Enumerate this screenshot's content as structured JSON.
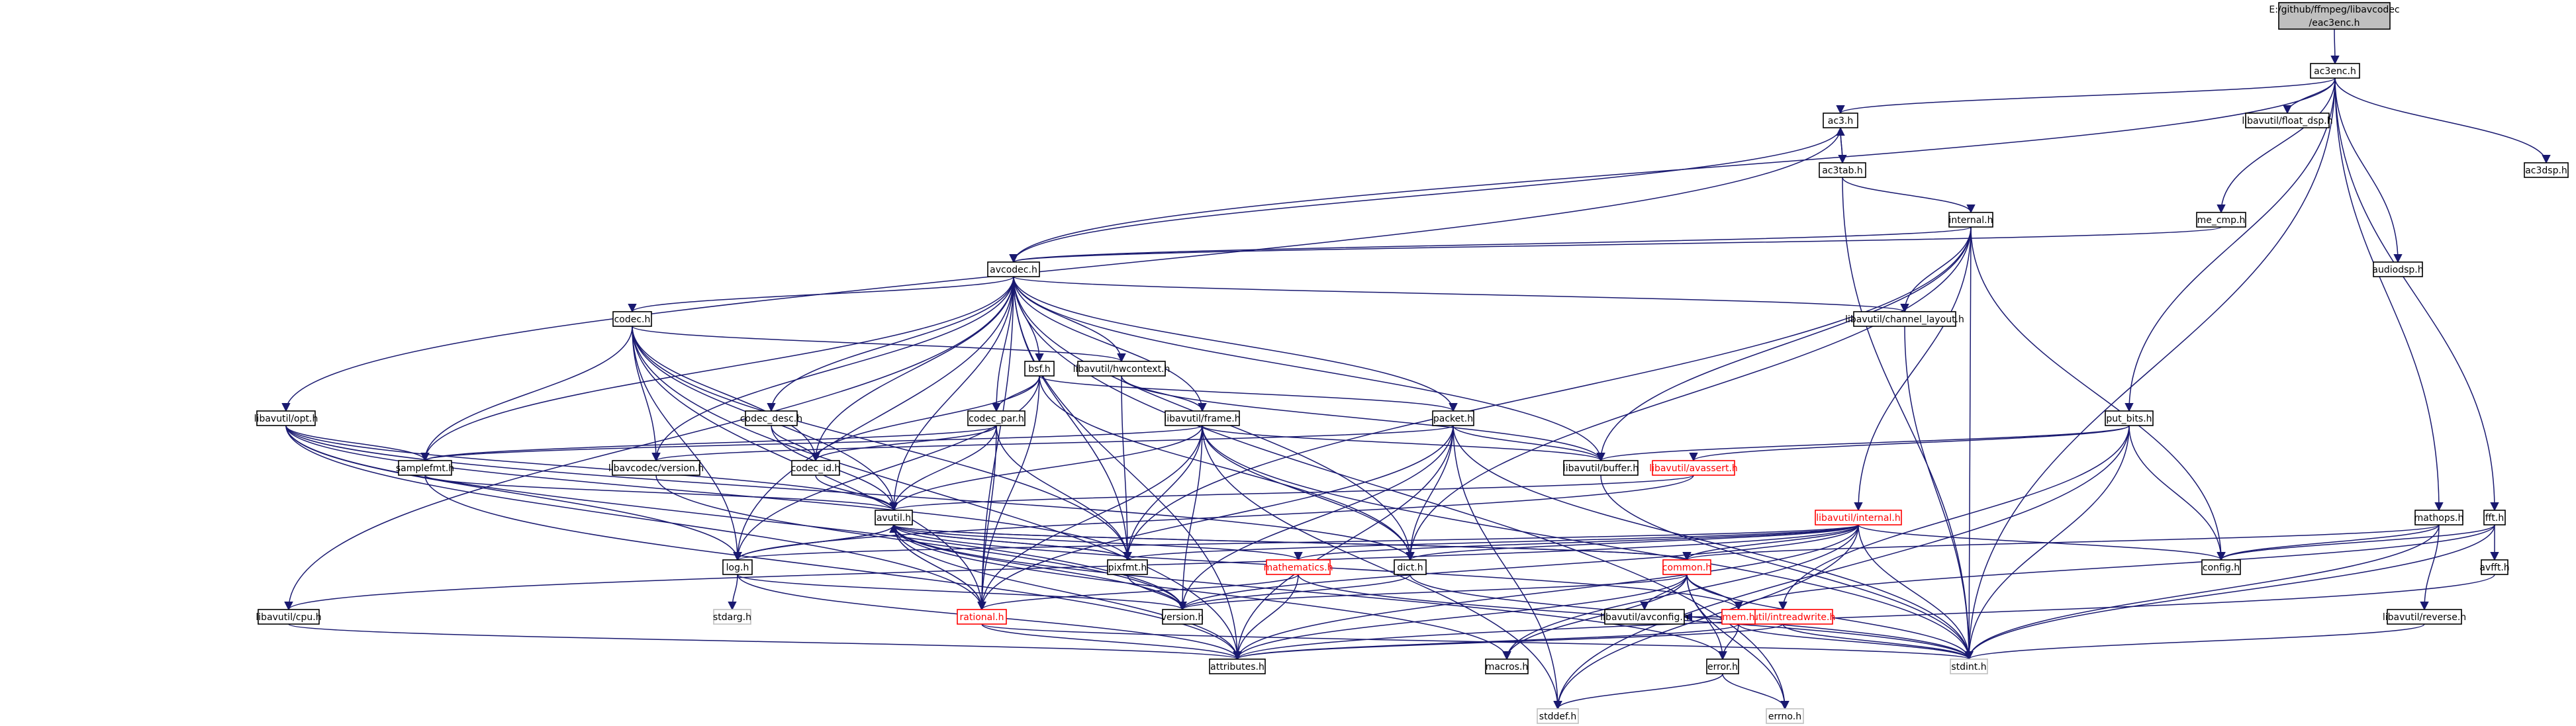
{
  "graph": {
    "nodes": [
      {
        "id": "root",
        "lines": [
          "E:/github/ffmpeg/libavcodec",
          "/eac3enc.h"
        ],
        "style": "root"
      },
      {
        "id": "ac3enc",
        "lines": [
          "ac3enc.h"
        ]
      },
      {
        "id": "ac3",
        "lines": [
          "ac3.h"
        ]
      },
      {
        "id": "float_dsp",
        "lines": [
          "libavutil/float_dsp.h"
        ]
      },
      {
        "id": "ac3dsp",
        "lines": [
          "ac3dsp.h"
        ]
      },
      {
        "id": "ac3tab",
        "lines": [
          "ac3tab.h"
        ]
      },
      {
        "id": "internal",
        "lines": [
          "internal.h"
        ]
      },
      {
        "id": "me_cmp",
        "lines": [
          "me_cmp.h"
        ]
      },
      {
        "id": "avcodec",
        "lines": [
          "avcodec.h"
        ]
      },
      {
        "id": "audiodsp",
        "lines": [
          "audiodsp.h"
        ]
      },
      {
        "id": "codec",
        "lines": [
          "codec.h"
        ]
      },
      {
        "id": "channel_layout",
        "lines": [
          "libavutil/channel_layout.h"
        ]
      },
      {
        "id": "bsf",
        "lines": [
          "bsf.h"
        ]
      },
      {
        "id": "hwcontext",
        "lines": [
          "libavutil/hwcontext.h"
        ]
      },
      {
        "id": "codec_desc",
        "lines": [
          "codec_desc.h"
        ]
      },
      {
        "id": "codec_par",
        "lines": [
          "codec_par.h"
        ]
      },
      {
        "id": "frame",
        "lines": [
          "libavutil/frame.h"
        ]
      },
      {
        "id": "packet",
        "lines": [
          "packet.h"
        ]
      },
      {
        "id": "put_bits",
        "lines": [
          "put_bits.h"
        ]
      },
      {
        "id": "opt",
        "lines": [
          "libavutil/opt.h"
        ]
      },
      {
        "id": "samplefmt",
        "lines": [
          "samplefmt.h"
        ]
      },
      {
        "id": "version_codec",
        "lines": [
          "libavcodec/version.h"
        ]
      },
      {
        "id": "codec_id",
        "lines": [
          "codec_id.h"
        ]
      },
      {
        "id": "buffer",
        "lines": [
          "libavutil/buffer.h"
        ]
      },
      {
        "id": "avassert",
        "lines": [
          "libavutil/avassert.h"
        ],
        "style": "red"
      },
      {
        "id": "avutil_internal",
        "lines": [
          "libavutil/internal.h"
        ],
        "style": "red"
      },
      {
        "id": "mathops",
        "lines": [
          "mathops.h"
        ]
      },
      {
        "id": "fft",
        "lines": [
          "fft.h"
        ]
      },
      {
        "id": "avutil",
        "lines": [
          "avutil.h"
        ]
      },
      {
        "id": "log",
        "lines": [
          "log.h"
        ]
      },
      {
        "id": "pixfmt",
        "lines": [
          "pixfmt.h"
        ]
      },
      {
        "id": "mathematics",
        "lines": [
          "mathematics.h"
        ],
        "style": "red"
      },
      {
        "id": "dict",
        "lines": [
          "dict.h"
        ]
      },
      {
        "id": "common",
        "lines": [
          "common.h"
        ],
        "style": "red"
      },
      {
        "id": "intreadwrite",
        "lines": [
          "libavutil/intreadwrite.h"
        ],
        "style": "red"
      },
      {
        "id": "config",
        "lines": [
          "config.h"
        ]
      },
      {
        "id": "avfft",
        "lines": [
          "avfft.h"
        ]
      },
      {
        "id": "stdarg",
        "lines": [
          "stdarg.h"
        ],
        "style": "gray"
      },
      {
        "id": "cpu",
        "lines": [
          "libavutil/cpu.h"
        ]
      },
      {
        "id": "rational",
        "lines": [
          "rational.h"
        ],
        "style": "red"
      },
      {
        "id": "version",
        "lines": [
          "version.h"
        ]
      },
      {
        "id": "avconfig",
        "lines": [
          "libavutil/avconfig.h"
        ]
      },
      {
        "id": "mem",
        "lines": [
          "mem.h"
        ],
        "style": "red"
      },
      {
        "id": "reverse",
        "lines": [
          "libavutil/reverse.h"
        ]
      },
      {
        "id": "attributes",
        "lines": [
          "attributes.h"
        ]
      },
      {
        "id": "macros",
        "lines": [
          "macros.h"
        ]
      },
      {
        "id": "error",
        "lines": [
          "error.h"
        ]
      },
      {
        "id": "stdint",
        "lines": [
          "stdint.h"
        ],
        "style": "gray"
      },
      {
        "id": "stddef",
        "lines": [
          "stddef.h"
        ],
        "style": "gray"
      },
      {
        "id": "errno",
        "lines": [
          "errno.h"
        ],
        "style": "gray"
      }
    ],
    "edges": [
      [
        "root",
        "ac3enc"
      ],
      [
        "ac3enc",
        "ac3"
      ],
      [
        "ac3enc",
        "float_dsp"
      ],
      [
        "ac3enc",
        "ac3dsp"
      ],
      [
        "ac3enc",
        "me_cmp"
      ],
      [
        "ac3enc",
        "audiodsp"
      ],
      [
        "ac3enc",
        "put_bits"
      ],
      [
        "ac3enc",
        "mathops"
      ],
      [
        "ac3enc",
        "fft"
      ],
      [
        "ac3enc",
        "avcodec"
      ],
      [
        "ac3enc",
        "stdint"
      ],
      [
        "ac3",
        "ac3tab"
      ],
      [
        "ac3",
        "avcodec"
      ],
      [
        "ac3",
        "opt"
      ],
      [
        "ac3tab",
        "ac3"
      ],
      [
        "ac3tab",
        "internal"
      ],
      [
        "ac3tab",
        "stdint"
      ],
      [
        "internal",
        "avcodec"
      ],
      [
        "internal",
        "channel_layout"
      ],
      [
        "internal",
        "buffer"
      ],
      [
        "internal",
        "pixfmt"
      ],
      [
        "internal",
        "config"
      ],
      [
        "internal",
        "stdint"
      ],
      [
        "internal",
        "avutil_internal"
      ],
      [
        "internal",
        "dict"
      ],
      [
        "me_cmp",
        "avcodec"
      ],
      [
        "avcodec",
        "codec"
      ],
      [
        "avcodec",
        "channel_layout"
      ],
      [
        "avcodec",
        "bsf"
      ],
      [
        "avcodec",
        "hwcontext"
      ],
      [
        "avcodec",
        "codec_desc"
      ],
      [
        "avcodec",
        "codec_par"
      ],
      [
        "avcodec",
        "frame"
      ],
      [
        "avcodec",
        "packet"
      ],
      [
        "avcodec",
        "samplefmt"
      ],
      [
        "avcodec",
        "version_codec"
      ],
      [
        "avcodec",
        "codec_id"
      ],
      [
        "avcodec",
        "buffer"
      ],
      [
        "avcodec",
        "avutil"
      ],
      [
        "avcodec",
        "log"
      ],
      [
        "avcodec",
        "pixfmt"
      ],
      [
        "avcodec",
        "dict"
      ],
      [
        "avcodec",
        "rational"
      ],
      [
        "avcodec",
        "attributes"
      ],
      [
        "avcodec",
        "cpu"
      ],
      [
        "avcodec",
        "errno"
      ],
      [
        "codec",
        "hwcontext"
      ],
      [
        "codec",
        "samplefmt"
      ],
      [
        "codec",
        "version_codec"
      ],
      [
        "codec",
        "codec_id"
      ],
      [
        "codec",
        "avutil"
      ],
      [
        "codec",
        "log"
      ],
      [
        "codec",
        "pixfmt"
      ],
      [
        "codec",
        "rational"
      ],
      [
        "codec",
        "attributes"
      ],
      [
        "channel_layout",
        "stdint"
      ],
      [
        "bsf",
        "codec_par"
      ],
      [
        "bsf",
        "packet"
      ],
      [
        "bsf",
        "codec_id"
      ],
      [
        "bsf",
        "log"
      ],
      [
        "bsf",
        "dict"
      ],
      [
        "bsf",
        "rational"
      ],
      [
        "hwcontext",
        "frame"
      ],
      [
        "hwcontext",
        "buffer"
      ],
      [
        "hwcontext",
        "pixfmt"
      ],
      [
        "codec_desc",
        "codec_id"
      ],
      [
        "codec_desc",
        "avutil"
      ],
      [
        "codec_par",
        "codec_id"
      ],
      [
        "codec_par",
        "avutil"
      ],
      [
        "codec_par",
        "pixfmt"
      ],
      [
        "codec_par",
        "rational"
      ],
      [
        "codec_par",
        "samplefmt"
      ],
      [
        "frame",
        "avutil"
      ],
      [
        "frame",
        "buffer"
      ],
      [
        "frame",
        "dict"
      ],
      [
        "frame",
        "pixfmt"
      ],
      [
        "frame",
        "rational"
      ],
      [
        "frame",
        "samplefmt"
      ],
      [
        "frame",
        "version"
      ],
      [
        "frame",
        "stdint"
      ],
      [
        "frame",
        "stddef"
      ],
      [
        "packet",
        "buffer"
      ],
      [
        "packet",
        "attributes"
      ],
      [
        "packet",
        "dict"
      ],
      [
        "packet",
        "rational"
      ],
      [
        "packet",
        "version"
      ],
      [
        "packet",
        "stdint"
      ],
      [
        "packet",
        "stddef"
      ],
      [
        "packet",
        "version_codec"
      ],
      [
        "put_bits",
        "buffer"
      ],
      [
        "put_bits",
        "avassert"
      ],
      [
        "put_bits",
        "config"
      ],
      [
        "put_bits",
        "stdint"
      ],
      [
        "put_bits",
        "stddef"
      ],
      [
        "put_bits",
        "intreadwrite"
      ],
      [
        "opt",
        "samplefmt"
      ],
      [
        "opt",
        "avutil"
      ],
      [
        "opt",
        "log"
      ],
      [
        "opt",
        "pixfmt"
      ],
      [
        "opt",
        "dict"
      ],
      [
        "opt",
        "rational"
      ],
      [
        "opt",
        "version"
      ],
      [
        "samplefmt",
        "avutil"
      ],
      [
        "samplefmt",
        "attributes"
      ],
      [
        "version_codec",
        "version"
      ],
      [
        "codec_id",
        "avutil"
      ],
      [
        "buffer",
        "stdint"
      ],
      [
        "avassert",
        "avutil"
      ],
      [
        "avassert",
        "log"
      ],
      [
        "avutil_internal",
        "mathematics"
      ],
      [
        "avutil_internal",
        "common"
      ],
      [
        "avutil_internal",
        "config"
      ],
      [
        "avutil_internal",
        "attributes"
      ],
      [
        "avutil_internal",
        "stdint"
      ],
      [
        "avutil_internal",
        "stddef"
      ],
      [
        "avutil_internal",
        "log"
      ],
      [
        "avutil_internal",
        "pixfmt"
      ],
      [
        "avutil_internal",
        "dict"
      ],
      [
        "avutil_internal",
        "cpu"
      ],
      [
        "avutil_internal",
        "macros"
      ],
      [
        "avutil_internal",
        "version"
      ],
      [
        "mathops",
        "config"
      ],
      [
        "mathops",
        "common"
      ],
      [
        "mathops",
        "reverse"
      ],
      [
        "mathops",
        "stdint"
      ],
      [
        "fft",
        "config"
      ],
      [
        "fft",
        "avfft"
      ],
      [
        "fft",
        "mem"
      ],
      [
        "fft",
        "stdint"
      ],
      [
        "avutil",
        "common"
      ],
      [
        "avutil",
        "rational"
      ],
      [
        "avutil",
        "version"
      ],
      [
        "avutil",
        "macros"
      ],
      [
        "avutil",
        "mathematics"
      ],
      [
        "avutil",
        "log"
      ],
      [
        "avutil",
        "pixfmt"
      ],
      [
        "avutil",
        "attributes"
      ],
      [
        "avutil",
        "error"
      ],
      [
        "log",
        "stdarg"
      ],
      [
        "log",
        "avutil"
      ],
      [
        "log",
        "attributes"
      ],
      [
        "log",
        "version"
      ],
      [
        "pixfmt",
        "avutil"
      ],
      [
        "pixfmt",
        "version"
      ],
      [
        "mathematics",
        "attributes"
      ],
      [
        "mathematics",
        "rational"
      ],
      [
        "mathematics",
        "stdint"
      ],
      [
        "dict",
        "stdint"
      ],
      [
        "dict",
        "version"
      ],
      [
        "common",
        "attributes"
      ],
      [
        "common",
        "macros"
      ],
      [
        "common",
        "version"
      ],
      [
        "common",
        "avconfig"
      ],
      [
        "common",
        "mem"
      ],
      [
        "common",
        "error"
      ],
      [
        "common",
        "stdint"
      ],
      [
        "common",
        "errno"
      ],
      [
        "common",
        "avutil"
      ],
      [
        "intreadwrite",
        "avconfig"
      ],
      [
        "intreadwrite",
        "attributes"
      ],
      [
        "intreadwrite",
        "stdint"
      ],
      [
        "cpu",
        "attributes"
      ],
      [
        "rational",
        "attributes"
      ],
      [
        "rational",
        "avutil"
      ],
      [
        "rational",
        "stdint"
      ],
      [
        "mem",
        "attributes"
      ],
      [
        "mem",
        "error"
      ],
      [
        "mem",
        "stdint"
      ],
      [
        "mem",
        "avutil"
      ],
      [
        "reverse",
        "stdint"
      ],
      [
        "error",
        "errno"
      ],
      [
        "error",
        "stddef"
      ],
      [
        "avfft",
        "attributes"
      ]
    ]
  }
}
